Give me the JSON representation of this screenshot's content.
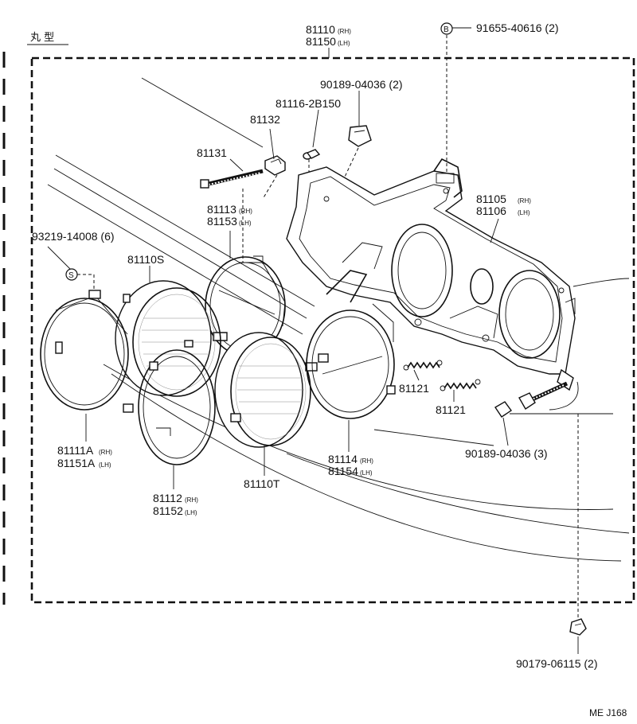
{
  "header": {
    "variant_label": "丸 型",
    "assembly_label": {
      "part": "81110",
      "side": "(RH)"
    },
    "assembly_label_lh": {
      "part": "81150",
      "side": "(LH)"
    }
  },
  "callouts": {
    "b_marker": "B",
    "b_part": "91655-40616 (2)",
    "s_marker": "S",
    "s_part": "93219-14008 (6)",
    "p90189_top": "90189-04036 (2)",
    "p81116": "81116-2B150",
    "p81132": "81132",
    "p81131": "81131",
    "p81113": {
      "part": "81113",
      "side": "(RH)"
    },
    "p81153": {
      "part": "81153",
      "side": "(LH)"
    },
    "p81110s": "81110S",
    "p81105": {
      "part": "81105",
      "side": "(RH)"
    },
    "p81106": {
      "part": "81106",
      "side": "(LH)"
    },
    "p81121a": "81121",
    "p81121b": "81121",
    "p90189_bottom": "90189-04036 (3)",
    "p81111a": {
      "part": "81111A",
      "side": "(RH)"
    },
    "p81151a": {
      "part": "81151A",
      "side": "(LH)"
    },
    "p81112": {
      "part": "81112",
      "side": "(RH)"
    },
    "p81152": {
      "part": "81152",
      "side": "(LH)"
    },
    "p81110t": "81110T",
    "p81114": {
      "part": "81114",
      "side": "(RH)"
    },
    "p81154": {
      "part": "81154",
      "side": "(LH)"
    },
    "p90179": "90179-06115 (2)"
  },
  "footer": {
    "code": "ME J168"
  }
}
